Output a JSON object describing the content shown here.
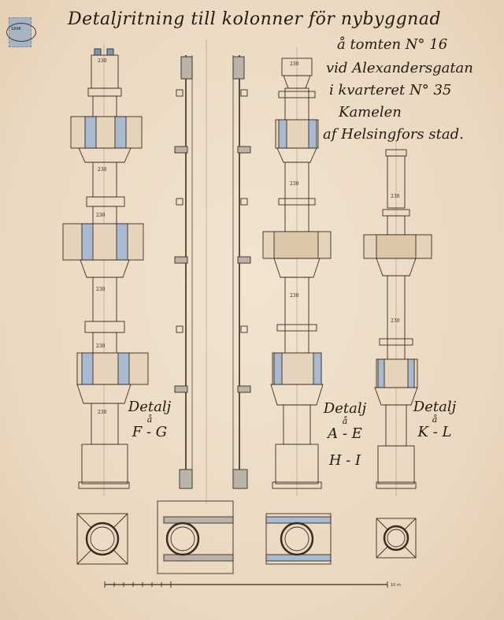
{
  "title": {
    "line1": "Detaljritning till kolonner för nybyggnad",
    "line2": "å tomten N° 16",
    "line3": "vid Alexandersgatan",
    "line4": "i kvarteret N° 35",
    "line5": "Kamelen",
    "line6": "af Helsingfors stad."
  },
  "labels": {
    "detail_fg": {
      "word": "Detalj",
      "conj": "å",
      "text": "F - G"
    },
    "detail_ae": {
      "word": "Detalj",
      "conj": "å",
      "text": "A - E",
      "text2": "H - I"
    },
    "detail_kl": {
      "word": "Detalj",
      "conj": "å",
      "text": "K - L"
    }
  },
  "dimensions": {
    "d1": "230",
    "d2": "230",
    "d3": "230",
    "d4": "230",
    "d5": "230",
    "d6": "230",
    "d7": "230",
    "d8": "230",
    "d9": "230",
    "d10": "230",
    "d11": "230"
  },
  "stamp": {
    "text": "1896"
  },
  "scale_bar": {
    "unit": "10 m"
  },
  "colors": {
    "paper": "#ecdcc6",
    "ink": "#3a2c20",
    "steel_gray": "#b9b3aa",
    "blue_wash": "#7a96b8"
  }
}
